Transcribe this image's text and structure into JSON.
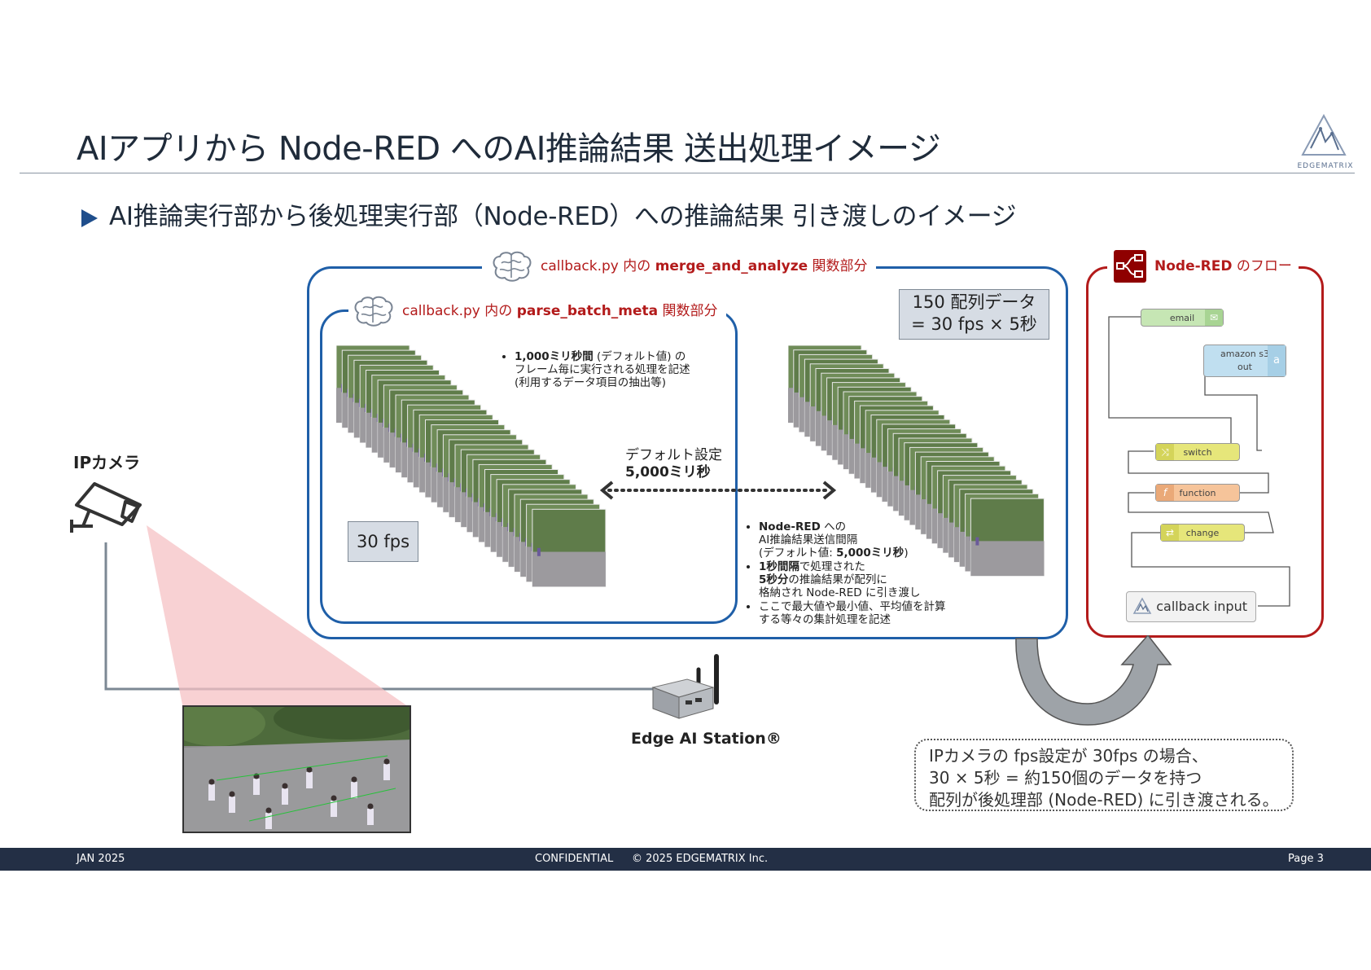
{
  "page": {
    "title": "AIアプリから Node-RED へのAI推論結果 送出処理イメージ",
    "subtitle": "AI推論実行部から後処理実行部（Node-RED）への推論結果 引き渡しのイメージ",
    "logo_text": "EDGEMATRIX"
  },
  "outer_box": {
    "label_prefix": "callback.py 内の ",
    "label_func": "merge_and_analyze",
    "label_suffix": " 関数部分",
    "array_data_line1": "150 配列データ",
    "array_data_line2": "= 30 fps × 5秒"
  },
  "inner_box": {
    "label_prefix": "callback.py 内の ",
    "label_func": "parse_batch_meta",
    "label_suffix": " 関数部分",
    "fps_badge": "30 fps",
    "bullet1_bold": "1,000ミリ秒間",
    "bullet1_rest": " (デフォルト値) の",
    "bullet1_line2": "フレーム毎に実行される処理を記述",
    "bullet1_line3": "(利用するデータ項目の抽出等)"
  },
  "arrow_label": {
    "line1": "デフォルト設定",
    "line2": "5,000ミリ秒"
  },
  "right_bullets": {
    "b1_bold": "Node-RED",
    "b1_rest": " への",
    "b1_line2": "AI推論結果送信間隔",
    "b1_line3_prefix": " (デフォルト値: ",
    "b1_line3_bold": "5,000ミリ秒",
    "b1_line3_suffix": ")",
    "b2_bold": "1秒間隔",
    "b2_rest": "で処理された",
    "b2_line2_bold": "5秒分",
    "b2_line2_rest": "の推論結果が配列に",
    "b2_line3": "格納され Node-RED に引き渡し",
    "b3_line1": "ここで最大値や最小値、平均値を計算",
    "b3_line2": "する等々の集計処理を記述"
  },
  "ip_camera": {
    "label": "IPカメラ"
  },
  "edge_station": {
    "label": "Edge AI Station®"
  },
  "node_red": {
    "title_bold": "Node-RED",
    "title_rest": " のフロー",
    "nodes": {
      "email": "email",
      "s3_line1": "amazon s3",
      "s3_line2": "out",
      "switch": "switch",
      "function": "function",
      "change": "change",
      "callback": "callback input"
    }
  },
  "note": {
    "line1": "IPカメラの fps設定が 30fps の場合、",
    "line2": "30 × 5秒 = 約150個のデータを持つ",
    "line3": "配列が後処理部 (Node-RED) に引き渡される。"
  },
  "footer": {
    "date": "JAN 2025",
    "confidential": "CONFIDENTIAL",
    "copyright": "© 2025 EDGEMATRIX Inc.",
    "page": "Page 3"
  },
  "colors": {
    "blue": "#1f5fa8",
    "red": "#b31b1b",
    "footer_bg": "#232f45"
  }
}
